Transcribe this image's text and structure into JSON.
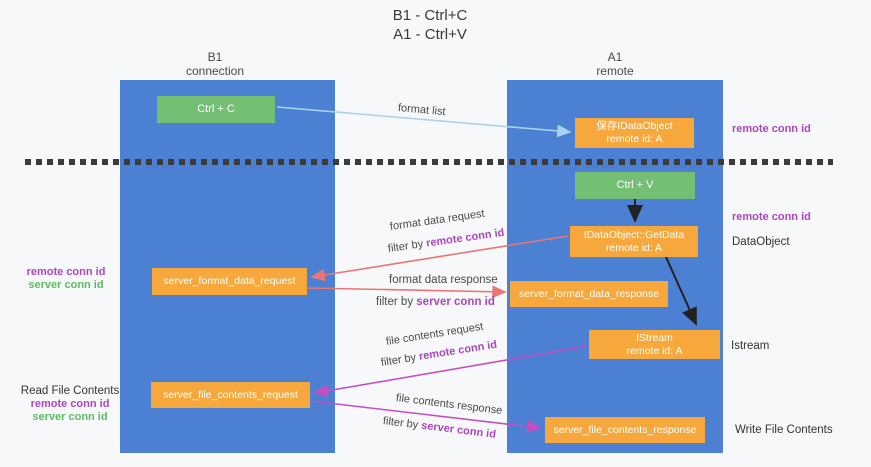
{
  "title": {
    "line1": "B1 - Ctrl+C",
    "line2": "A1 - Ctrl+V"
  },
  "columns": {
    "left": {
      "name": "B1",
      "role": "connection"
    },
    "right": {
      "name": "A1",
      "role": "remote"
    }
  },
  "nodes": {
    "ctrl_c": "Ctrl + C",
    "ctrl_v": "Ctrl + V",
    "save_dataobject": {
      "line1": "保存IDataObject",
      "line2": "remote id: A"
    },
    "getdata": {
      "line1": "IDataObject::GetData",
      "line2": "remote id: A"
    },
    "istream": {
      "line1": "IStream",
      "line2": "remote id: A"
    },
    "format_request": "server_format_data_request",
    "format_response": "server_format_data_response",
    "file_request": "server_file_contents_request",
    "file_response": "server_file_contents_response"
  },
  "edges": {
    "format_list": "format list",
    "format_data_request": "format data request",
    "format_data_response": "format data response",
    "file_contents_request": "file contents request",
    "file_contents_response": "file contents response",
    "filter_prefix": "filter by",
    "remote_conn_id": "remote conn id",
    "server_conn_id": "server conn id"
  },
  "side": {
    "remote_conn_id": "remote conn id",
    "server_conn_id": "server conn id",
    "dataobject": "DataObject",
    "istream": "Istream",
    "write_file_contents": "Write File Contents",
    "read_file_contents": "Read File Contents"
  },
  "colors": {
    "column_blue": "#4c80d2",
    "box_orange": "#f6a83c",
    "box_green": "#74bf74",
    "arrow_light_blue": "#a9d3ef",
    "arrow_red": "#e87676",
    "arrow_magenta": "#c44fc4",
    "arrow_black": "#222222",
    "text_purple": "#ab47bc",
    "text_green": "#5dbb63"
  }
}
